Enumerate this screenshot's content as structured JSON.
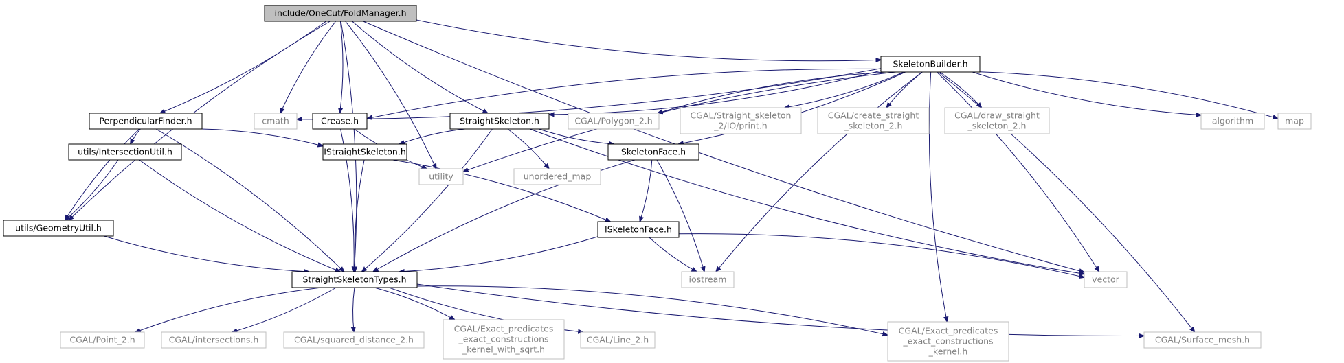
{
  "colors": {
    "edge": "#191970",
    "node_border": "#000000",
    "node_fill": "#ffffff",
    "root_fill": "#bfbfbf",
    "system_border": "#bfbfbf",
    "system_text": "#808080",
    "text": "#000000"
  },
  "nodes": {
    "fold": {
      "lines": [
        "include/OneCut/FoldManager.h"
      ],
      "kind": "root"
    },
    "sb": {
      "lines": [
        "SkeletonBuilder.h"
      ],
      "kind": "file"
    },
    "pf": {
      "lines": [
        "PerpendicularFinder.h"
      ],
      "kind": "file"
    },
    "cmath": {
      "lines": [
        "cmath"
      ],
      "kind": "system"
    },
    "crease": {
      "lines": [
        "Crease.h"
      ],
      "kind": "file"
    },
    "ss": {
      "lines": [
        "StraightSkeleton.h"
      ],
      "kind": "file"
    },
    "poly": {
      "lines": [
        "CGAL/Polygon_2.h"
      ],
      "kind": "system"
    },
    "print": {
      "lines": [
        "CGAL/Straight_skeleton",
        "_2/IO/print.h"
      ],
      "kind": "system"
    },
    "create": {
      "lines": [
        "CGAL/create_straight",
        "_skeleton_2.h"
      ],
      "kind": "system"
    },
    "draw": {
      "lines": [
        "CGAL/draw_straight",
        "_skeleton_2.h"
      ],
      "kind": "system"
    },
    "algorithm": {
      "lines": [
        "algorithm"
      ],
      "kind": "system"
    },
    "map": {
      "lines": [
        "map"
      ],
      "kind": "system"
    },
    "iu": {
      "lines": [
        "utils/IntersectionUtil.h"
      ],
      "kind": "file"
    },
    "iss": {
      "lines": [
        "IStraightSkeleton.h"
      ],
      "kind": "file"
    },
    "utility": {
      "lines": [
        "utility"
      ],
      "kind": "system"
    },
    "umap": {
      "lines": [
        "unordered_map"
      ],
      "kind": "system"
    },
    "sf": {
      "lines": [
        "SkeletonFace.h"
      ],
      "kind": "file"
    },
    "gu": {
      "lines": [
        "utils/GeometryUtil.h"
      ],
      "kind": "file"
    },
    "isf": {
      "lines": [
        "ISkeletonFace.h"
      ],
      "kind": "file"
    },
    "sst": {
      "lines": [
        "StraightSkeletonTypes.h"
      ],
      "kind": "file"
    },
    "iostream": {
      "lines": [
        "iostream"
      ],
      "kind": "system"
    },
    "vector": {
      "lines": [
        "vector"
      ],
      "kind": "system"
    },
    "point": {
      "lines": [
        "CGAL/Point_2.h"
      ],
      "kind": "system"
    },
    "inter": {
      "lines": [
        "CGAL/intersections.h"
      ],
      "kind": "system"
    },
    "sqd": {
      "lines": [
        "CGAL/squared_distance_2.h"
      ],
      "kind": "system"
    },
    "epeck_sqrt": {
      "lines": [
        "CGAL/Exact_predicates",
        "_exact_constructions",
        "_kernel_with_sqrt.h"
      ],
      "kind": "system"
    },
    "line": {
      "lines": [
        "CGAL/Line_2.h"
      ],
      "kind": "system"
    },
    "epeck": {
      "lines": [
        "CGAL/Exact_predicates",
        "_exact_constructions",
        "_kernel.h"
      ],
      "kind": "system"
    },
    "smesh": {
      "lines": [
        "CGAL/Surface_mesh.h"
      ],
      "kind": "system"
    }
  },
  "edges": [
    [
      "fold",
      "sb"
    ],
    [
      "fold",
      "pf"
    ],
    [
      "fold",
      "cmath"
    ],
    [
      "fold",
      "crease"
    ],
    [
      "fold",
      "ss"
    ],
    [
      "fold",
      "utility"
    ],
    [
      "fold",
      "gu"
    ],
    [
      "fold",
      "sst"
    ],
    [
      "fold",
      "vector"
    ],
    [
      "sb",
      "cmath"
    ],
    [
      "sb",
      "crease"
    ],
    [
      "sb",
      "ss"
    ],
    [
      "sb",
      "poly"
    ],
    [
      "sb",
      "print"
    ],
    [
      "sb",
      "create"
    ],
    [
      "sb",
      "draw"
    ],
    [
      "sb",
      "algorithm"
    ],
    [
      "sb",
      "map"
    ],
    [
      "sb",
      "utility"
    ],
    [
      "sb",
      "sf"
    ],
    [
      "sb",
      "iostream"
    ],
    [
      "sb",
      "vector"
    ],
    [
      "sb",
      "epeck"
    ],
    [
      "sb",
      "smesh"
    ],
    [
      "pf",
      "iu"
    ],
    [
      "pf",
      "iss"
    ],
    [
      "pf",
      "gu"
    ],
    [
      "pf",
      "sst"
    ],
    [
      "crease",
      "utility"
    ],
    [
      "crease",
      "sst"
    ],
    [
      "ss",
      "iss"
    ],
    [
      "ss",
      "umap"
    ],
    [
      "ss",
      "sf"
    ],
    [
      "ss",
      "sst"
    ],
    [
      "ss",
      "vector"
    ],
    [
      "iu",
      "gu"
    ],
    [
      "iu",
      "sst"
    ],
    [
      "iss",
      "isf"
    ],
    [
      "iss",
      "sst"
    ],
    [
      "sf",
      "isf"
    ],
    [
      "sf",
      "sst"
    ],
    [
      "sf",
      "iostream"
    ],
    [
      "gu",
      "sst"
    ],
    [
      "isf",
      "sst"
    ],
    [
      "isf",
      "iostream"
    ],
    [
      "isf",
      "vector"
    ],
    [
      "sst",
      "point"
    ],
    [
      "sst",
      "inter"
    ],
    [
      "sst",
      "sqd"
    ],
    [
      "sst",
      "epeck_sqrt"
    ],
    [
      "sst",
      "line"
    ],
    [
      "sst",
      "epeck"
    ],
    [
      "sst",
      "smesh"
    ]
  ]
}
